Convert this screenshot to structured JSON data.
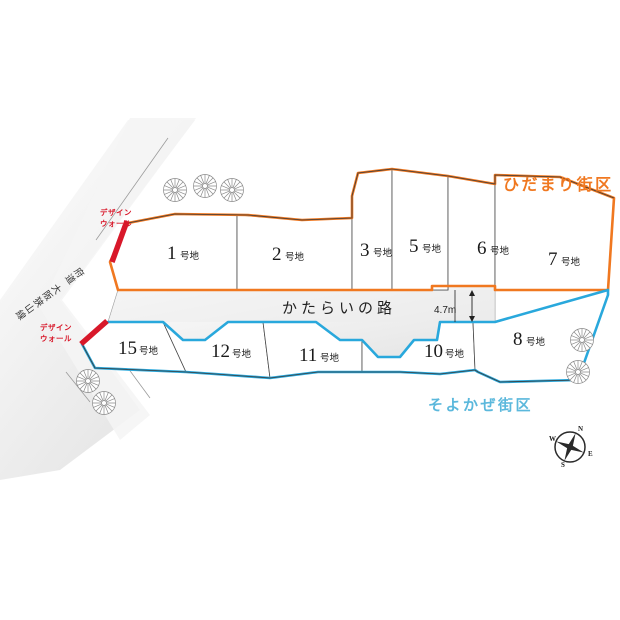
{
  "map": {
    "title_alt": "分譲地区画図",
    "background_color": "#ffffff",
    "lot_fill_color": "#ffffff",
    "road_fill_color": "#e9e9e9",
    "orange_color": "#F07820",
    "cyan_color": "#29A8DC",
    "wall_color": "#D8182A",
    "outline_color": "#3a3a3a"
  },
  "districts": [
    {
      "id": "hidamari",
      "label": "ひだまり街区",
      "color": "#F07820"
    },
    {
      "id": "soyokaze",
      "label": "そよかぜ街区",
      "color": "#5BB8DC"
    }
  ],
  "lots": [
    {
      "num": "1",
      "suffix": "号地",
      "district": "hidamari"
    },
    {
      "num": "2",
      "suffix": "号地",
      "district": "hidamari"
    },
    {
      "num": "3",
      "suffix": "号地",
      "district": "hidamari"
    },
    {
      "num": "5",
      "suffix": "号地",
      "district": "hidamari"
    },
    {
      "num": "6",
      "suffix": "号地",
      "district": "hidamari"
    },
    {
      "num": "7",
      "suffix": "号地",
      "district": "hidamari"
    },
    {
      "num": "8",
      "suffix": "号地",
      "district": "soyokaze"
    },
    {
      "num": "10",
      "suffix": "号地",
      "district": "soyokaze"
    },
    {
      "num": "11",
      "suffix": "号地",
      "district": "soyokaze"
    },
    {
      "num": "12",
      "suffix": "号地",
      "district": "soyokaze"
    },
    {
      "num": "15",
      "suffix": "号地",
      "district": "soyokaze"
    }
  ],
  "road": {
    "name": "かたらいの路",
    "width_label": "4.7m"
  },
  "prefectural_road": {
    "label_line1": "府道",
    "label_line2": "大阪狭山線"
  },
  "design_walls": [
    {
      "line1": "デザイン",
      "line2": "ウォール"
    },
    {
      "line1": "デザイン",
      "line2": "ウォール"
    }
  ],
  "compass": {
    "north": "N",
    "east": "E",
    "south": "S",
    "west": "W"
  }
}
